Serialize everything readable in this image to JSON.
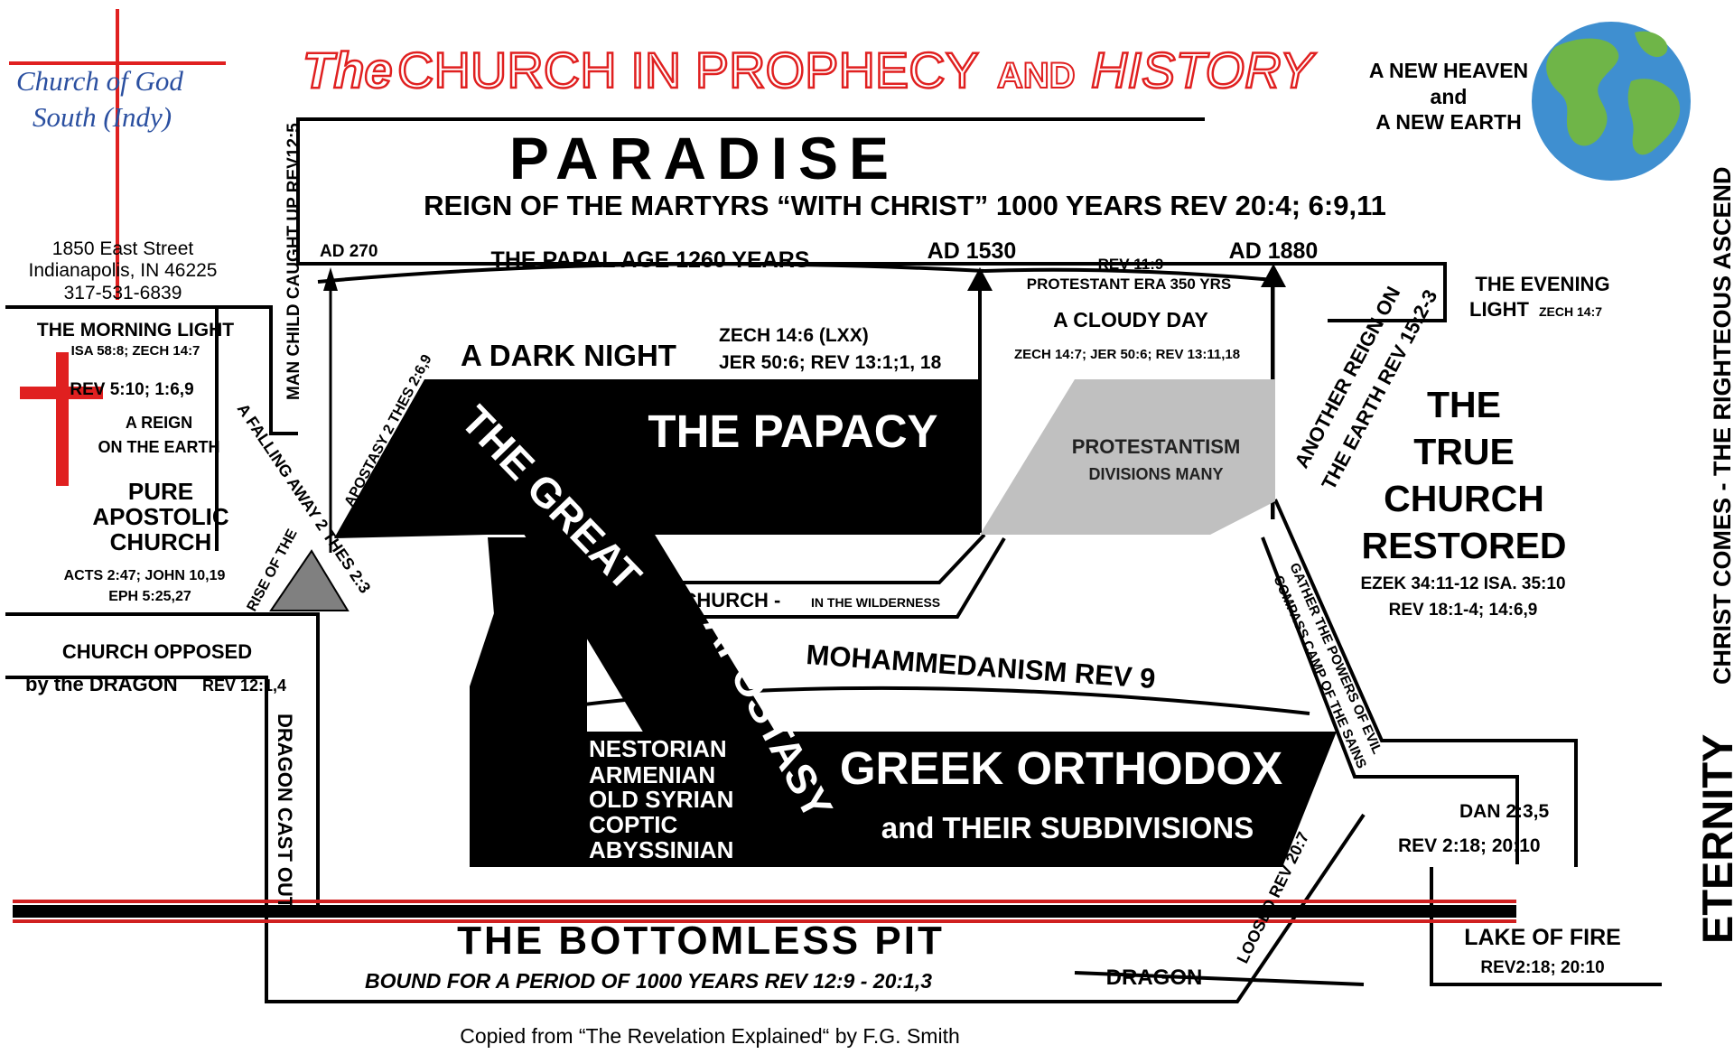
{
  "church": {
    "name_line1": "Church of God",
    "name_line2": "South (Indy)",
    "address_line1": "1850 East Street",
    "address_line2": "Indianapolis, IN 46225",
    "phone": "317-531-6839",
    "cross_color": "#e02020"
  },
  "title": {
    "the": "The",
    "church": "CHURCH IN PROPHECY",
    "and": "AND",
    "history": "HISTORY",
    "color": "#e02020"
  },
  "heaven": {
    "line1": "A NEW HEAVEN",
    "line2": "and",
    "line3": "A NEW EARTH",
    "globe_ocean": "#3f8fd0",
    "globe_land": "#6fb548"
  },
  "paradise": {
    "title": "PARADISE",
    "reign": "REIGN OF THE MARTYRS “WITH CHRIST” 1000 YEARS   REV 20:4; 6:9,11"
  },
  "timeline": {
    "ad270": "AD 270",
    "papal_age": "THE PAPAL AGE  1260 YEARS",
    "ad1530": "AD 1530",
    "rev119": "REV 11:9",
    "protestant_era": "PROTESTANT ERA 350 YRS",
    "ad1880": "AD 1880"
  },
  "left": {
    "man_child": "MAN CHILD CAUGHT UP  REV12:5",
    "morning_light": "THE MORNING LIGHT",
    "morning_refs": "ISA 58:8;  ZECH 14:7",
    "rev510": "REV 5:10; 1:6,9",
    "reign1": "A REIGN",
    "reign2": "ON THE EARTH",
    "pure1": "PURE",
    "pure2": "APOSTOLIC",
    "pure3": "CHURCH",
    "acts": "ACTS 2:47; JOHN 10,19",
    "eph": "EPH 5:25,27",
    "opposed1": "CHURCH OPPOSED",
    "opposed2": "by the DRAGON",
    "opposed_ref": "REV 12:1,4",
    "falling_away": "A FALLING AWAY  2 THES 2:3",
    "rise": "RISE OF THE",
    "apostasy_ref": "APOSTASY  2 THES 2:6,9",
    "dragon_cast_out": "DRAGON CAST OUT"
  },
  "middle": {
    "dark_night": "A DARK NIGHT",
    "zech146": "ZECH 14:6 (LXX)",
    "jer506": "JER 50:6; REV 13:1;1, 18",
    "papacy": "THE PAPACY",
    "cloudy_day": "A CLOUDY DAY",
    "cloudy_refs": "ZECH 14:7; JER 50:6; REV 13:11,18",
    "protestantism": "PROTESTANTISM",
    "divisions": "DIVISIONS MANY",
    "the_great": "THE GREAT",
    "apostasy": "APOSTASY",
    "woman": "WOMAN - TRUE CHURCH -",
    "wilderness": "IN THE WILDERNESS",
    "mohammedanism": "MOHAMMEDANISM   REV 9",
    "sects": [
      "NESTORIAN",
      "ARMENIAN",
      "OLD SYRIAN",
      "COPTIC",
      "ABYSSINIAN"
    ],
    "greek": "GREEK ORTHODOX",
    "subdivisions": "and THEIR SUBDIVISIONS",
    "protestant_fill": "#c0c0c0"
  },
  "right": {
    "another_reign1": "ANOTHER REIGN ON",
    "another_reign2": "THE EARTH  REV 15:2-3",
    "evening1": "THE EVENING",
    "evening2": "LIGHT",
    "evening_ref": "ZECH 14:7",
    "true1": "THE",
    "true2": "TRUE",
    "true3": "CHURCH",
    "true4": "RESTORED",
    "ezek": "EZEK 34:11-12   ISA. 35:10",
    "rev181": "REV 18:1-4; 14:6,9",
    "gather1": "GATHER THE POWERS OF EVIL",
    "gather2": "COMPASS CAMP OF THE SAINS",
    "dan": "DAN 2:3,5",
    "rev218": "REV  2:18; 20:10",
    "lake": "LAKE OF FIRE",
    "lake_ref": "REV2:18; 20:10",
    "christ_comes": "CHRIST COMES - THE RIGHTEOUS ASCEND",
    "eternity": "ETERNITY"
  },
  "pit": {
    "title": "THE BOTTOMLESS PIT",
    "bound": "BOUND FOR A PERIOD OF 1000 YEARS REV 12:9 - 20:1,3",
    "dragon": "DRAGON",
    "loosed": "LOOSED  REV 20:7",
    "pit_line_color": "#d02020"
  },
  "credit": "Copied from “The Revelation Explained“  by F.G. Smith"
}
